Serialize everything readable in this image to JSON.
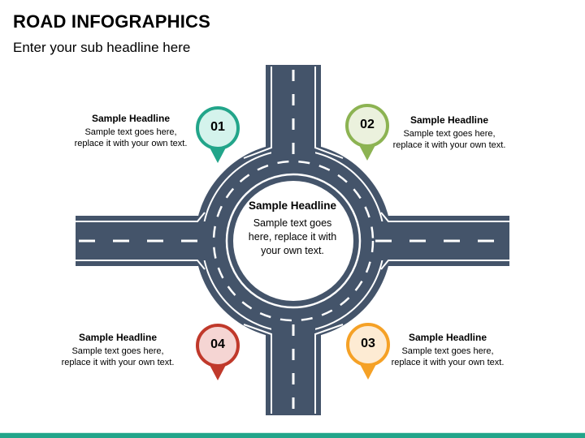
{
  "header": {
    "title": "ROAD INFOGRAPHICS",
    "subtitle": "Enter your sub headline here"
  },
  "colors": {
    "road": "#44546a",
    "road_line": "#ffffff",
    "accent_bar": "#22a58a"
  },
  "center": {
    "headline": "Sample Headline",
    "text": "Sample text goes here, replace it with your own text."
  },
  "items": [
    {
      "number": "01",
      "headline": "Sample Headline",
      "text": "Sample text goes here, replace it with your own text.",
      "color": "#22a58a",
      "fill": "#d4f3ec"
    },
    {
      "number": "02",
      "headline": "Sample Headline",
      "text": "Sample text goes here, replace it with your own text.",
      "color": "#8cb352",
      "fill": "#ebf1dd"
    },
    {
      "number": "03",
      "headline": "Sample Headline",
      "text": "Sample text goes here, replace it with your own text.",
      "color": "#f5a126",
      "fill": "#fdebd3"
    },
    {
      "number": "04",
      "headline": "Sample Headline",
      "text": "Sample text goes here, replace it with your own text.",
      "color": "#c0392b",
      "fill": "#f5d5d3"
    }
  ]
}
